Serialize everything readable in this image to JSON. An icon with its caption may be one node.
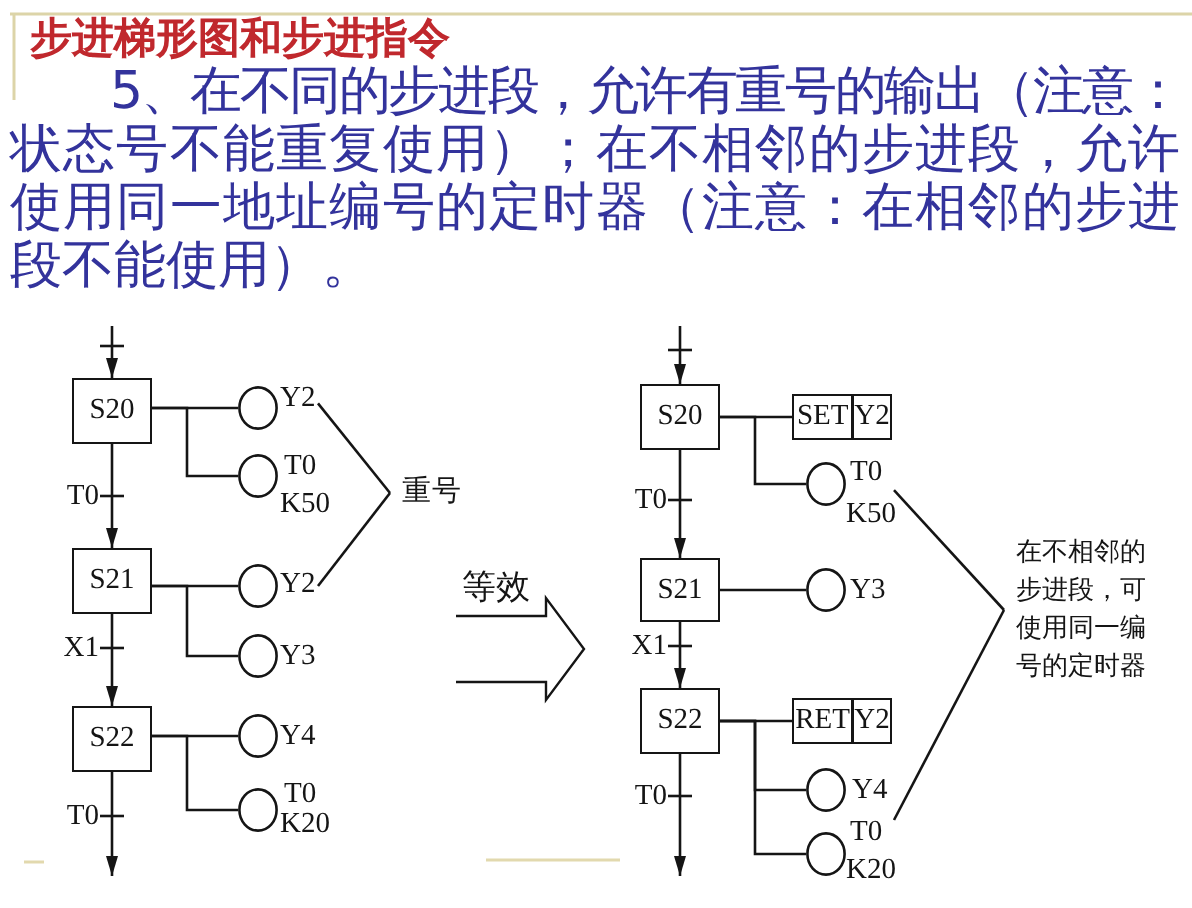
{
  "diagram": {
    "title": "步进梯形图和步进指令",
    "nodes": [
      {
        "text": [
          "S20"
        ]
      },
      {
        "text": [],
        "shape": "circle",
        "beside": [
          "Y2"
        ]
      },
      {
        "text": [],
        "shape": "circle",
        "beside": [
          "T0",
          "K50"
        ]
      },
      {
        "text": [
          "S21"
        ]
      },
      {
        "text": [],
        "shape": "circle",
        "beside": [
          "Y2"
        ]
      },
      {
        "text": [],
        "shape": "circle",
        "beside": [
          "Y3"
        ]
      },
      {
        "text": [
          "S22"
        ]
      },
      {
        "text": [],
        "shape": "circle",
        "beside": [
          "Y4"
        ]
      },
      {
        "text": [],
        "shape": "circle",
        "beside": [
          "T0",
          "K20"
        ]
      },
      {
        "text": [
          "重号"
        ]
      },
      {
        "text": [
          "S20"
        ]
      },
      {
        "text": [
          "SET",
          "Y2"
        ]
      },
      {
        "text": [],
        "shape": "circle",
        "beside": [
          "T0",
          "K50"
        ]
      },
      {
        "text": [
          "S21"
        ]
      },
      {
        "text": [],
        "shape": "circle",
        "beside": [
          "Y3"
        ]
      },
      {
        "text": [
          "S22"
        ]
      },
      {
        "text": [
          "RET",
          "Y2"
        ]
      },
      {
        "text": [],
        "shape": "circle",
        "beside": [
          "Y4"
        ]
      },
      {
        "text": [],
        "shape": "circle",
        "beside": [
          "T0",
          "K20"
        ]
      },
      {
        "text": [
          "在不相邻的步进段，可使用同一编号的定时器"
        ]
      }
    ],
    "edges": [
      {
        "from": null,
        "to": 0,
        "arrow": "to"
      },
      {
        "from": 0,
        "to": 3,
        "arrow": "to",
        "label": "T0"
      },
      {
        "from": 3,
        "to": 6,
        "arrow": "to",
        "label": "X1"
      },
      {
        "from": 6,
        "to": null,
        "arrow": "to",
        "label": "T0"
      },
      {
        "from": 0,
        "to": 1,
        "arrow": "none"
      },
      {
        "from": 0,
        "to": 2,
        "arrow": "none"
      },
      {
        "from": 3,
        "to": 4,
        "arrow": "none"
      },
      {
        "from": 3,
        "to": 5,
        "arrow": "none"
      },
      {
        "from": 6,
        "to": 7,
        "arrow": "none"
      },
      {
        "from": 6,
        "to": 8,
        "arrow": "none"
      },
      {
        "from": 9,
        "to": 1,
        "arrow": "none"
      },
      {
        "from": 9,
        "to": 4,
        "arrow": "none"
      },
      {
        "from": null,
        "to": 10,
        "arrow": "to"
      },
      {
        "from": 10,
        "to": 13,
        "arrow": "to",
        "label": "T0"
      },
      {
        "from": 13,
        "to": 15,
        "arrow": "to",
        "label": "X1"
      },
      {
        "from": 15,
        "to": null,
        "arrow": "to",
        "label": "T0"
      },
      {
        "from": 10,
        "to": 11,
        "arrow": "none"
      },
      {
        "from": 10,
        "to": 12,
        "arrow": "none"
      },
      {
        "from": 13,
        "to": 14,
        "arrow": "none"
      },
      {
        "from": 15,
        "to": 16,
        "arrow": "none"
      },
      {
        "from": 15,
        "to": 17,
        "arrow": "none"
      },
      {
        "from": 15,
        "to": 18,
        "arrow": "none"
      },
      {
        "from": 19,
        "to": 12,
        "arrow": "none"
      },
      {
        "from": 19,
        "to": 18,
        "arrow": "none"
      }
    ],
    "labels": [
      "5、在不同的步进段，允许有重号的输出（注意：状态号不能重复使用）；在不相邻的步进段，允许使用同一地址编号的定时器（注意：在相邻的步进段不能使用）。",
      "等效"
    ]
  }
}
